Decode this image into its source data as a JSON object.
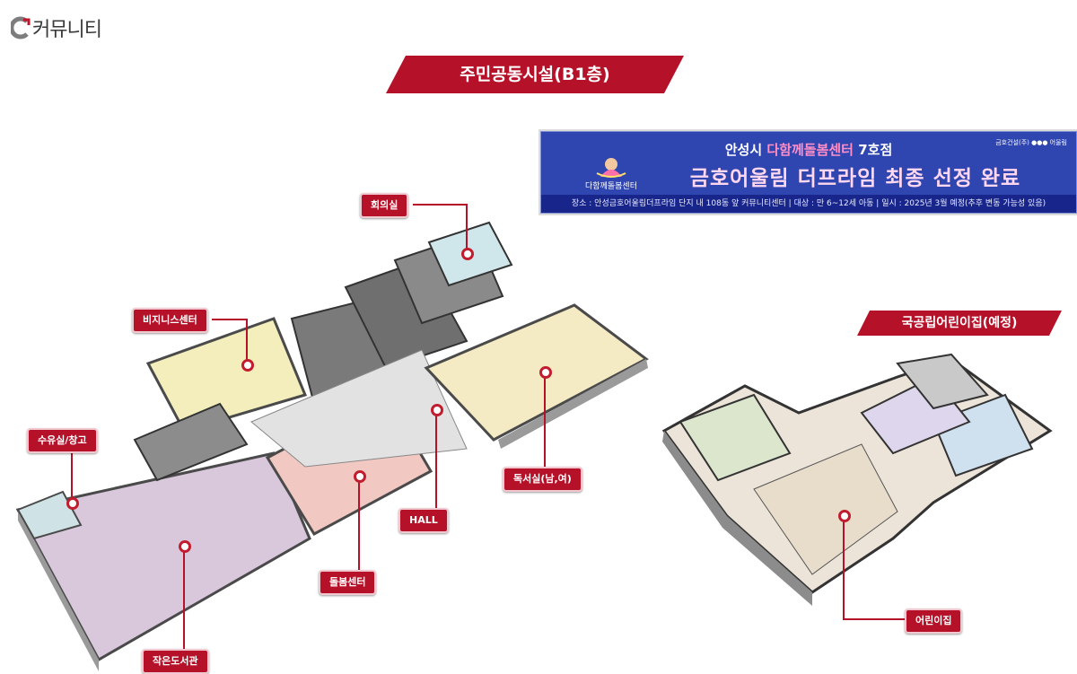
{
  "logo": {
    "text": "커뮤니티"
  },
  "title": {
    "text": "주민공동시설(B1층)"
  },
  "announcement": {
    "line1_prefix": "안성시 ",
    "line1_highlight": "다함께돌봄센터",
    "line1_suffix": " 7호점",
    "line2": "금호어울림 더프라임 최종 선정 완료",
    "details": "장소 : 안성금호어울림더프라임 단지 내 108동 앞 커뮤니티센터  |  대상 : 만 6~12세 아동  |  일시 : 2025년 3월 예정(추후 변동 가능성 있음)",
    "logo_text": "다함께돌봄센터",
    "partners": "금호건설(주)  ●●● 어울림"
  },
  "section_nursery": {
    "text": "국공립어린이집(예정)"
  },
  "labels": {
    "meeting_room": "회의실",
    "business_center": "비지니스센터",
    "nursing_storage": "수유실/창고",
    "hall": "HALL",
    "reading_room": "독서실(남,여)",
    "care_center": "돌봄센터",
    "small_library": "작은도서관",
    "daycare": "어린이집"
  },
  "colors": {
    "accent_red": "#b5122a",
    "banner_blue": "#2f45b0"
  }
}
